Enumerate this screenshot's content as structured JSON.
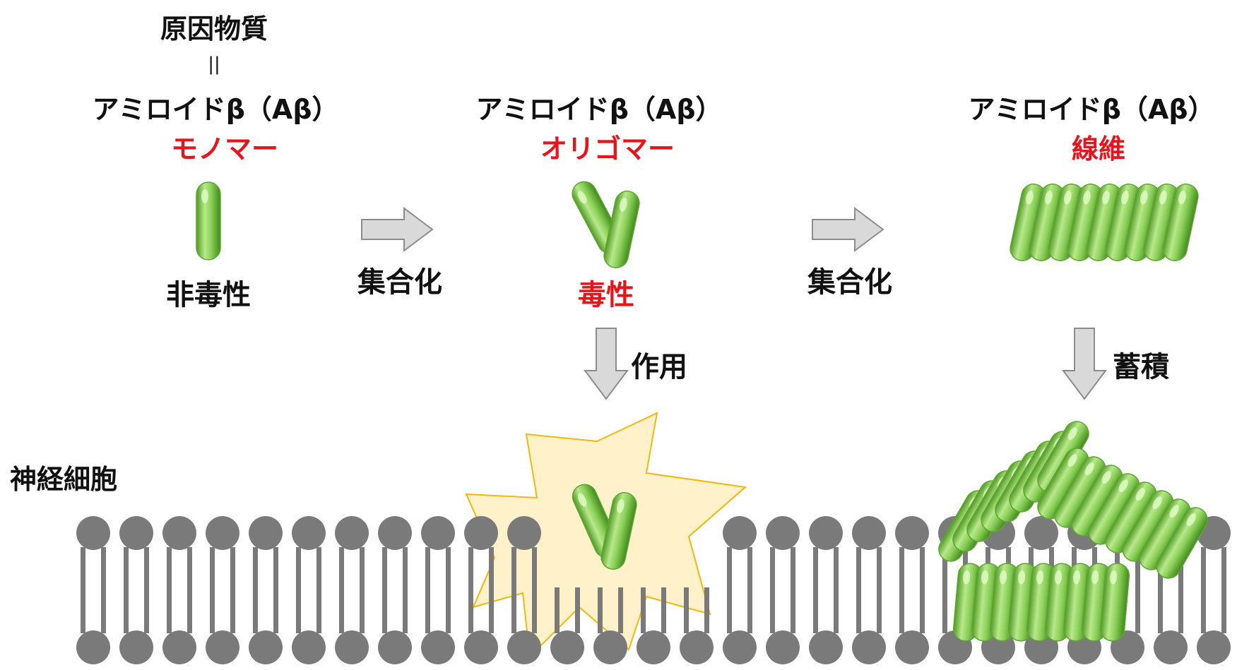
{
  "colors": {
    "accent_red": "#e8141b",
    "capsule_green": "#8cd15a",
    "membrane_gray": "#7a7a7a",
    "arrow_gray": "#d9d9d9",
    "burst_fill": "#fff2c8",
    "burst_stroke": "#f5b400"
  },
  "cause": {
    "title": "原因物質",
    "equals_mark": "||"
  },
  "stages": [
    {
      "name": "アミロイドβ（Aβ）",
      "form": "モノマー",
      "toxicity": "非毒性"
    },
    {
      "name": "アミロイドβ（Aβ）",
      "form": "オリゴマー",
      "toxicity": "毒性"
    },
    {
      "name": "アミロイドβ（Aβ）",
      "form": "線維"
    }
  ],
  "transitions": [
    {
      "label": "集合化"
    },
    {
      "label": "集合化"
    }
  ],
  "effects": [
    {
      "label": "作用"
    },
    {
      "label": "蓄積"
    }
  ],
  "membrane_label": "神経細胞"
}
